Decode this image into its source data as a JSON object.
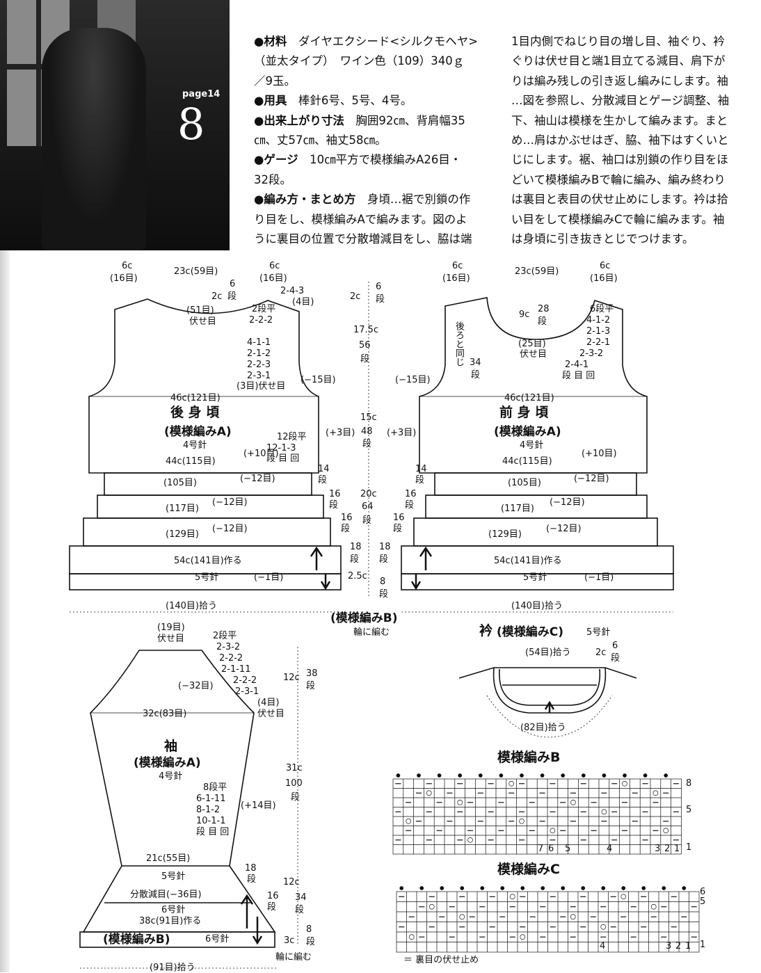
{
  "header": {
    "page_label": "page14",
    "pattern_number": "8"
  },
  "instructions_left": [
    {
      "b": "●材料",
      "t": "　ダイヤエクシード<シルクモヘヤ>"
    },
    {
      "b": "",
      "t": "（並太タイプ）　ワイン色（109）340ｇ"
    },
    {
      "b": "",
      "t": "／9玉。"
    },
    {
      "b": "●用具",
      "t": "　棒針6号、5号、4号。"
    },
    {
      "b": "●出来上がり寸法",
      "t": "　胸囲92㎝、背肩幅35"
    },
    {
      "b": "",
      "t": "㎝、丈57㎝、袖丈58㎝。"
    },
    {
      "b": "●ゲージ",
      "t": "　10㎝平方で模様編みA26目・"
    },
    {
      "b": "",
      "t": "32段。"
    },
    {
      "b": "●編み方・まとめ方",
      "t": "　身頃…裾で別鎖の作"
    },
    {
      "b": "",
      "t": "り目をし、模様編みAで編みます。図のよ"
    },
    {
      "b": "",
      "t": "うに裏目の位置で分散増減目をし、脇は端"
    }
  ],
  "instructions_right": [
    "1目内側でねじり目の増し目、袖ぐり、衿",
    "ぐりは伏せ目と端1目立てる減目、肩下が",
    "りは編み残しの引き返し編みにします。袖",
    "…図を参照し、分散減目とゲージ調整、袖",
    "下、袖山は模様を生かして編みます。まと",
    "め…肩はかぶせはぎ、脇、袖下はすくいと",
    "じにします。裾、袖口は別鎖の作り目をほ",
    "どいて模様編みBで輪に編み、編み終わり",
    "は裏目と表目の伏せ止めにします。衿は拾",
    "い目をして模様編みCで輪に編みます。袖",
    "は身頃に引き抜きとじでつけます。"
  ],
  "diagram_labels": {
    "back_body": [
      "6c",
      "(16目)",
      "23c(59目)",
      "6c",
      "(16目)",
      "6",
      "段",
      "2-4-3",
      "(4目)",
      "2c",
      "(51目)",
      "伏せ目",
      "2段平",
      "2-2-2",
      "4-1-1",
      "2-1-2",
      "2-2-3",
      "2-3-1",
      "(3目)伏せ目",
      "(−15目)",
      "46c(121目)",
      "後 身 頃",
      "(模様編みA)",
      "4号針",
      "12段平",
      "12-1-3",
      "段 目 回",
      "(+10目)",
      "44c(115目)",
      "14",
      "段",
      "(105目)",
      "(−12目)",
      "16",
      "段",
      "(117目)",
      "(−12目)",
      "16",
      "段",
      "(129目)",
      "(−12目)",
      "54c(141目)作る",
      "5号針",
      "(−1目)",
      "(140目)拾う"
    ],
    "center_dims": [
      "2c",
      "6",
      "段",
      "17.5c",
      "56",
      "段",
      "15c",
      "48",
      "段",
      "(+3目)",
      "(+3目)",
      "20c",
      "64",
      "段",
      "18",
      "段",
      "18",
      "段",
      "2.5c",
      "8",
      "段",
      "(模様編みB)",
      "輪に編む"
    ],
    "front_body": [
      "6c",
      "(16目)",
      "23c(59目)",
      "6c",
      "(16目)",
      "9c",
      "28",
      "段",
      "6段平",
      "4-1-2",
      "2-1-3",
      "2-2-1",
      "2-3-2",
      "2-4-1",
      "段 目 回",
      "(25目)",
      "伏せ目",
      "後ろと同じ",
      "34",
      "段",
      "(−15目)",
      "46c(121目)",
      "前 身 頃",
      "(模様編みA)",
      "4号針",
      "(+10目)",
      "44c(115目)",
      "14",
      "段",
      "(105目)",
      "(−12目)",
      "16",
      "段",
      "(117目)",
      "(−12目)",
      "16",
      "段",
      "(129目)",
      "(−12目)",
      "54c(141目)作る",
      "5号針",
      "(−1目)",
      "(140目)拾う"
    ],
    "sleeve": [
      "(19目)",
      "伏せ目",
      "2段平",
      "2-3-2",
      "2-2-2",
      "2-1-11",
      "2-2-2",
      "2-3-1",
      "(−32目)",
      "12c",
      "38",
      "段",
      "(4目)",
      "伏せ目",
      "32c(83目)",
      "袖",
      "(模様編みA)",
      "4号針",
      "8段平",
      "6-1-11",
      "8-1-2",
      "10-1-1",
      "段 目 回",
      "(+14目)",
      "31c",
      "100",
      "段",
      "21c(55目)",
      "5号針",
      "18",
      "段",
      "分散減目(−36目)",
      "16",
      "段",
      "12c",
      "34",
      "段",
      "6号針",
      "38c(91目)作る",
      "(模様編みB)",
      "6号針",
      "3c",
      "8",
      "段",
      "輪に編む",
      "(91目)拾う"
    ],
    "collar": [
      "衿",
      "(模様編みC)",
      "5号針",
      "(54目)拾う",
      "2c",
      "6",
      "段",
      "(82目)拾う"
    ],
    "charts": [
      "模様編みB",
      "8",
      "5",
      "1",
      "7",
      "6",
      "5",
      "4",
      "3",
      "2",
      "1",
      "模様編みC",
      "6",
      "5",
      "1",
      "4",
      "3",
      "2",
      "1",
      "＝ 裏目の伏せ止め"
    ]
  }
}
